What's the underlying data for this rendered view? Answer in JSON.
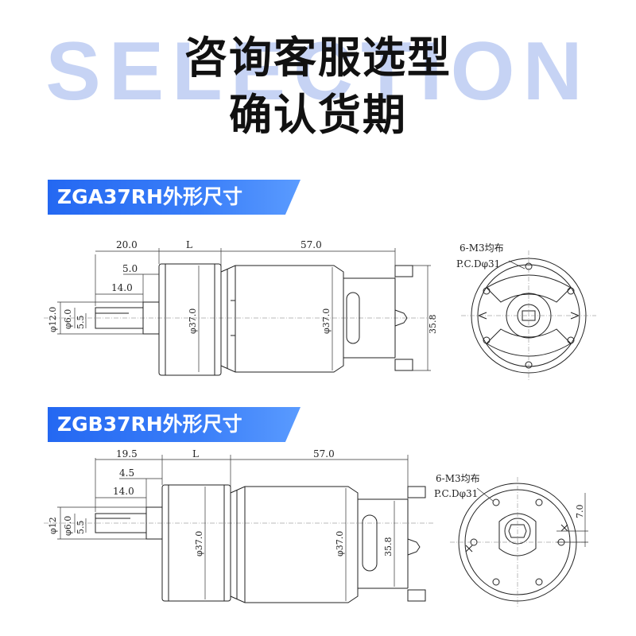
{
  "header": {
    "watermark": "SELECTION",
    "title_line1": "咨询客服选型",
    "title_line2": "确认货期"
  },
  "section_a": {
    "banner": "ZGA37RH外形尺寸",
    "dims": {
      "shaft_length": "20.0",
      "gearbox_length": "L",
      "motor_length": "57.0",
      "step": "5.0",
      "flat_length": "14.0",
      "boss_dia": "φ12.0",
      "shaft_dia": "φ6.0",
      "flat": "5.5",
      "gearbox_dia": "φ37.0",
      "motor_dia": "φ37.0",
      "motor_height": "35.8"
    },
    "end_view": {
      "holes": "6-M3均布",
      "pcd": "P.C.Dφ31"
    }
  },
  "section_b": {
    "banner": "ZGB37RH外形尺寸",
    "dims": {
      "shaft_length": "19.5",
      "gearbox_length": "L",
      "motor_length": "57.0",
      "step": "4.5",
      "flat_length": "14.0",
      "boss_dia": "φ12",
      "shaft_dia": "φ6.0",
      "flat": "5.5",
      "gearbox_dia": "φ37.0",
      "motor_dia": "φ37.0",
      "motor_height": "35.8",
      "offset": "7.0"
    },
    "end_view": {
      "holes": "6-M3均布",
      "pcd": "P.C.Dφ31"
    }
  }
}
